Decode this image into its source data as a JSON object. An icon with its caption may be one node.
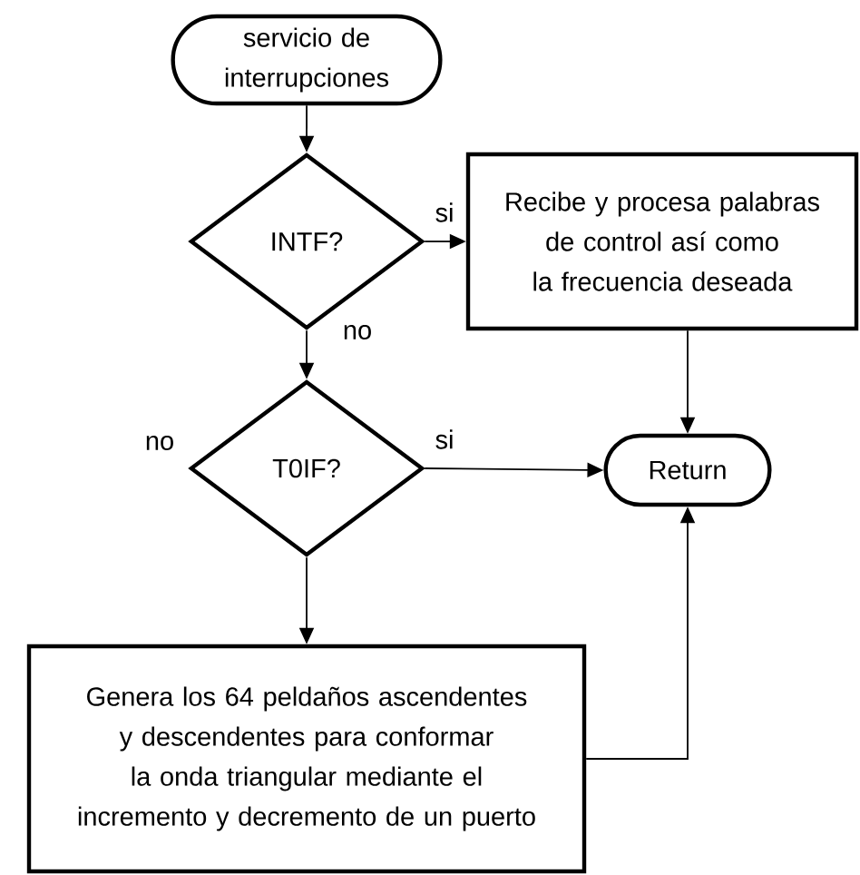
{
  "diagram": {
    "nodes": [
      {
        "text": [
          "servicio de interrupciones"
        ]
      },
      {
        "text": [
          "INTF?"
        ]
      },
      {
        "text": [
          "Recibe y procesa palabras de control así como la frecuencia deseada"
        ]
      },
      {
        "text": [
          "T0IF?"
        ]
      },
      {
        "text": [
          "Return"
        ]
      },
      {
        "text": [
          "Genera los 64 peldaños ascendentes y descendentes  para conformar la onda triangular mediante el incremento y decremento de un puerto"
        ]
      }
    ],
    "edges": [
      {
        "from": 0,
        "to": 1,
        "arrow": "to"
      },
      {
        "from": 1,
        "to": 2,
        "arrow": "to",
        "label": "si"
      },
      {
        "from": 1,
        "to": 3,
        "arrow": "to",
        "label": "no"
      },
      {
        "from": 3,
        "to": 4,
        "arrow": "to",
        "label": "si"
      },
      {
        "from": 3,
        "to": 5,
        "arrow": "to"
      },
      {
        "from": 2,
        "to": 4,
        "arrow": "to"
      },
      {
        "from": 5,
        "to": 4,
        "arrow": "to"
      }
    ],
    "labels": [
      "no"
    ]
  }
}
